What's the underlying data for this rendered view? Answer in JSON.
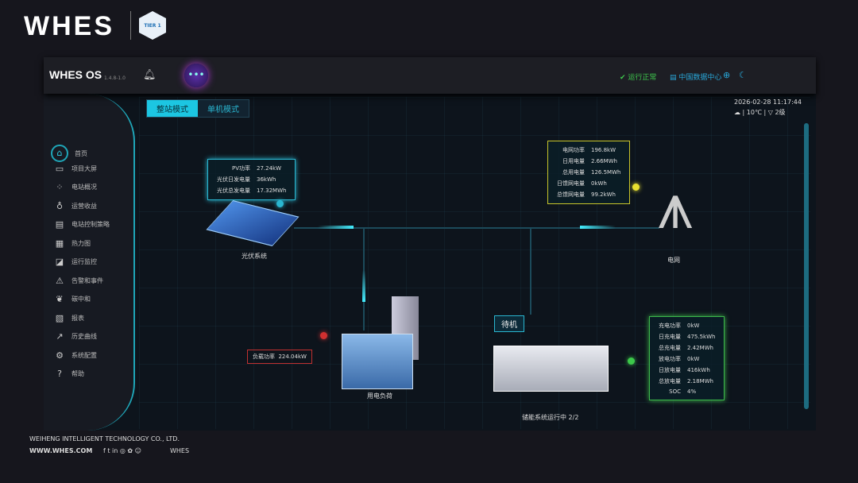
{
  "brand": {
    "name": "WHES",
    "badge": "TIER 1",
    "company": "WEIHENG INTELLIGENT TECHNOLOGY CO., LTD.",
    "website": "WWW.WHES.COM",
    "social_handle": "WHES",
    "social_icons": "f t in ◎ ✿ ☺"
  },
  "header": {
    "logo": "WHES OS",
    "version": "1.4.8-1.0",
    "status": "运行正常",
    "datacenter": "中国数据中心"
  },
  "modes": [
    "整站模式",
    "单机模式"
  ],
  "datetime": "2026-02-28 11:17:44",
  "weather": {
    "temp": "10℃",
    "wind": "2级"
  },
  "sidebar": [
    {
      "icon": "⌂",
      "label": "首页"
    },
    {
      "icon": "▭",
      "label": "项目大屏"
    },
    {
      "icon": "⁘",
      "label": "电站概况"
    },
    {
      "icon": "♁",
      "label": "运营收益"
    },
    {
      "icon": "▤",
      "label": "电站控制策略"
    },
    {
      "icon": "▦",
      "label": "热力图"
    },
    {
      "icon": "◪",
      "label": "运行监控"
    },
    {
      "icon": "⚠",
      "label": "告警和事件"
    },
    {
      "icon": "❦",
      "label": "碳中和"
    },
    {
      "icon": "▧",
      "label": "报表"
    },
    {
      "icon": "↗",
      "label": "历史曲线"
    },
    {
      "icon": "⚙",
      "label": "系统配置"
    },
    {
      "icon": "?",
      "label": "帮助"
    }
  ],
  "pv": {
    "title": "光伏系统",
    "rows": [
      [
        "PV功率",
        "27.24kW"
      ],
      [
        "光伏日发电量",
        "36kWh"
      ],
      [
        "光伏总发电量",
        "17.32MWh"
      ]
    ]
  },
  "grid": {
    "title": "电网",
    "rows": [
      [
        "电网功率",
        "196.8kW"
      ],
      [
        "日用电量",
        "2.66MWh"
      ],
      [
        "总用电量",
        "126.5MWh"
      ],
      [
        "日馈网电量",
        "0kWh"
      ],
      [
        "总馈网电量",
        "99.2kWh"
      ]
    ]
  },
  "load": {
    "title": "用电负荷",
    "label": "负载功率",
    "value": "224.04kW"
  },
  "storage": {
    "title": "储能系统运行中 2/2",
    "state": "待机",
    "rows": [
      [
        "充电功率",
        "0kW"
      ],
      [
        "日充电量",
        "475.5kWh"
      ],
      [
        "总充电量",
        "2.42MWh"
      ],
      [
        "放电功率",
        "0kW"
      ],
      [
        "日放电量",
        "416kWh"
      ],
      [
        "总放电量",
        "2.18MWh"
      ],
      [
        "SOC",
        "4%"
      ]
    ]
  }
}
